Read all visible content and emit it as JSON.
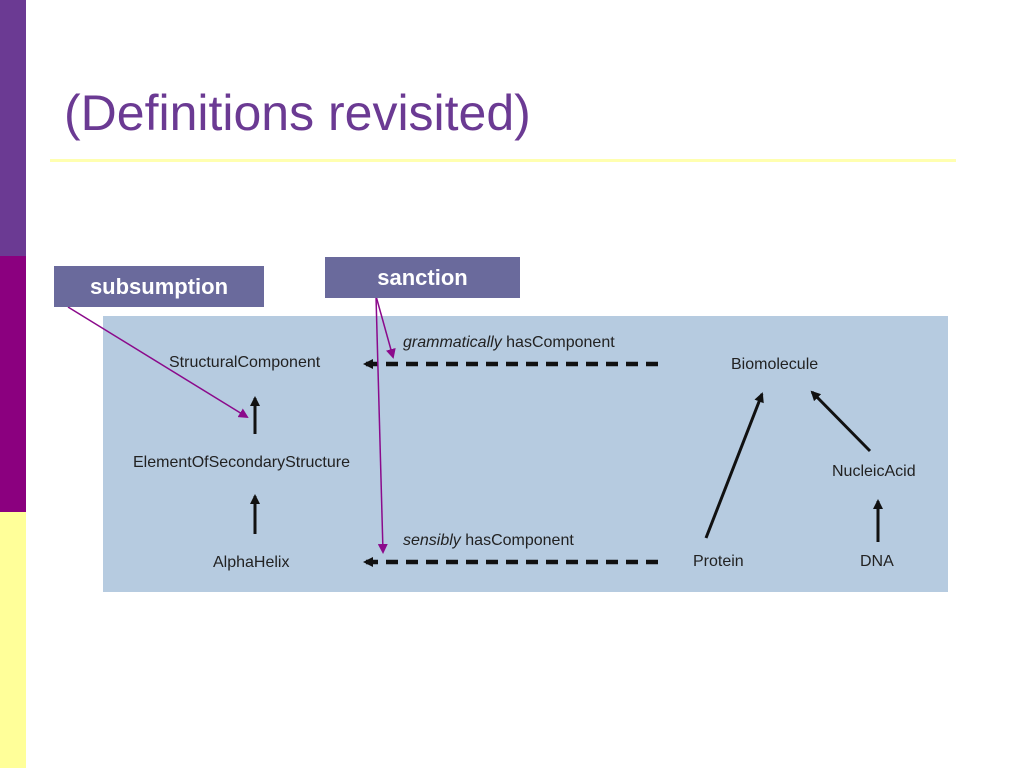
{
  "slide": {
    "title": "(Definitions revisited)"
  },
  "callouts": {
    "subsumption": "subsumption",
    "sanction": "sanction"
  },
  "diagram": {
    "nodes": {
      "structural_component": "StructuralComponent",
      "element_of_secondary_structure": "ElementOfSecondaryStructure",
      "alpha_helix": "AlphaHelix",
      "biomolecule": "Biomolecule",
      "nucleic_acid": "NucleicAcid",
      "protein": "Protein",
      "dna": "DNA"
    },
    "edges": {
      "top": {
        "qualifier": "grammatically",
        "relation": "hasComponent"
      },
      "bottom": {
        "qualifier": "sensibly",
        "relation": "hasComponent"
      }
    }
  },
  "colors": {
    "sidebar": [
      "#6b3a93",
      "#8b007f",
      "#ffff99"
    ],
    "title": "#6b3a93",
    "panel": "#b6cbe0",
    "callout": "#6a6a9c",
    "callout_line": "#8b0a8b"
  }
}
